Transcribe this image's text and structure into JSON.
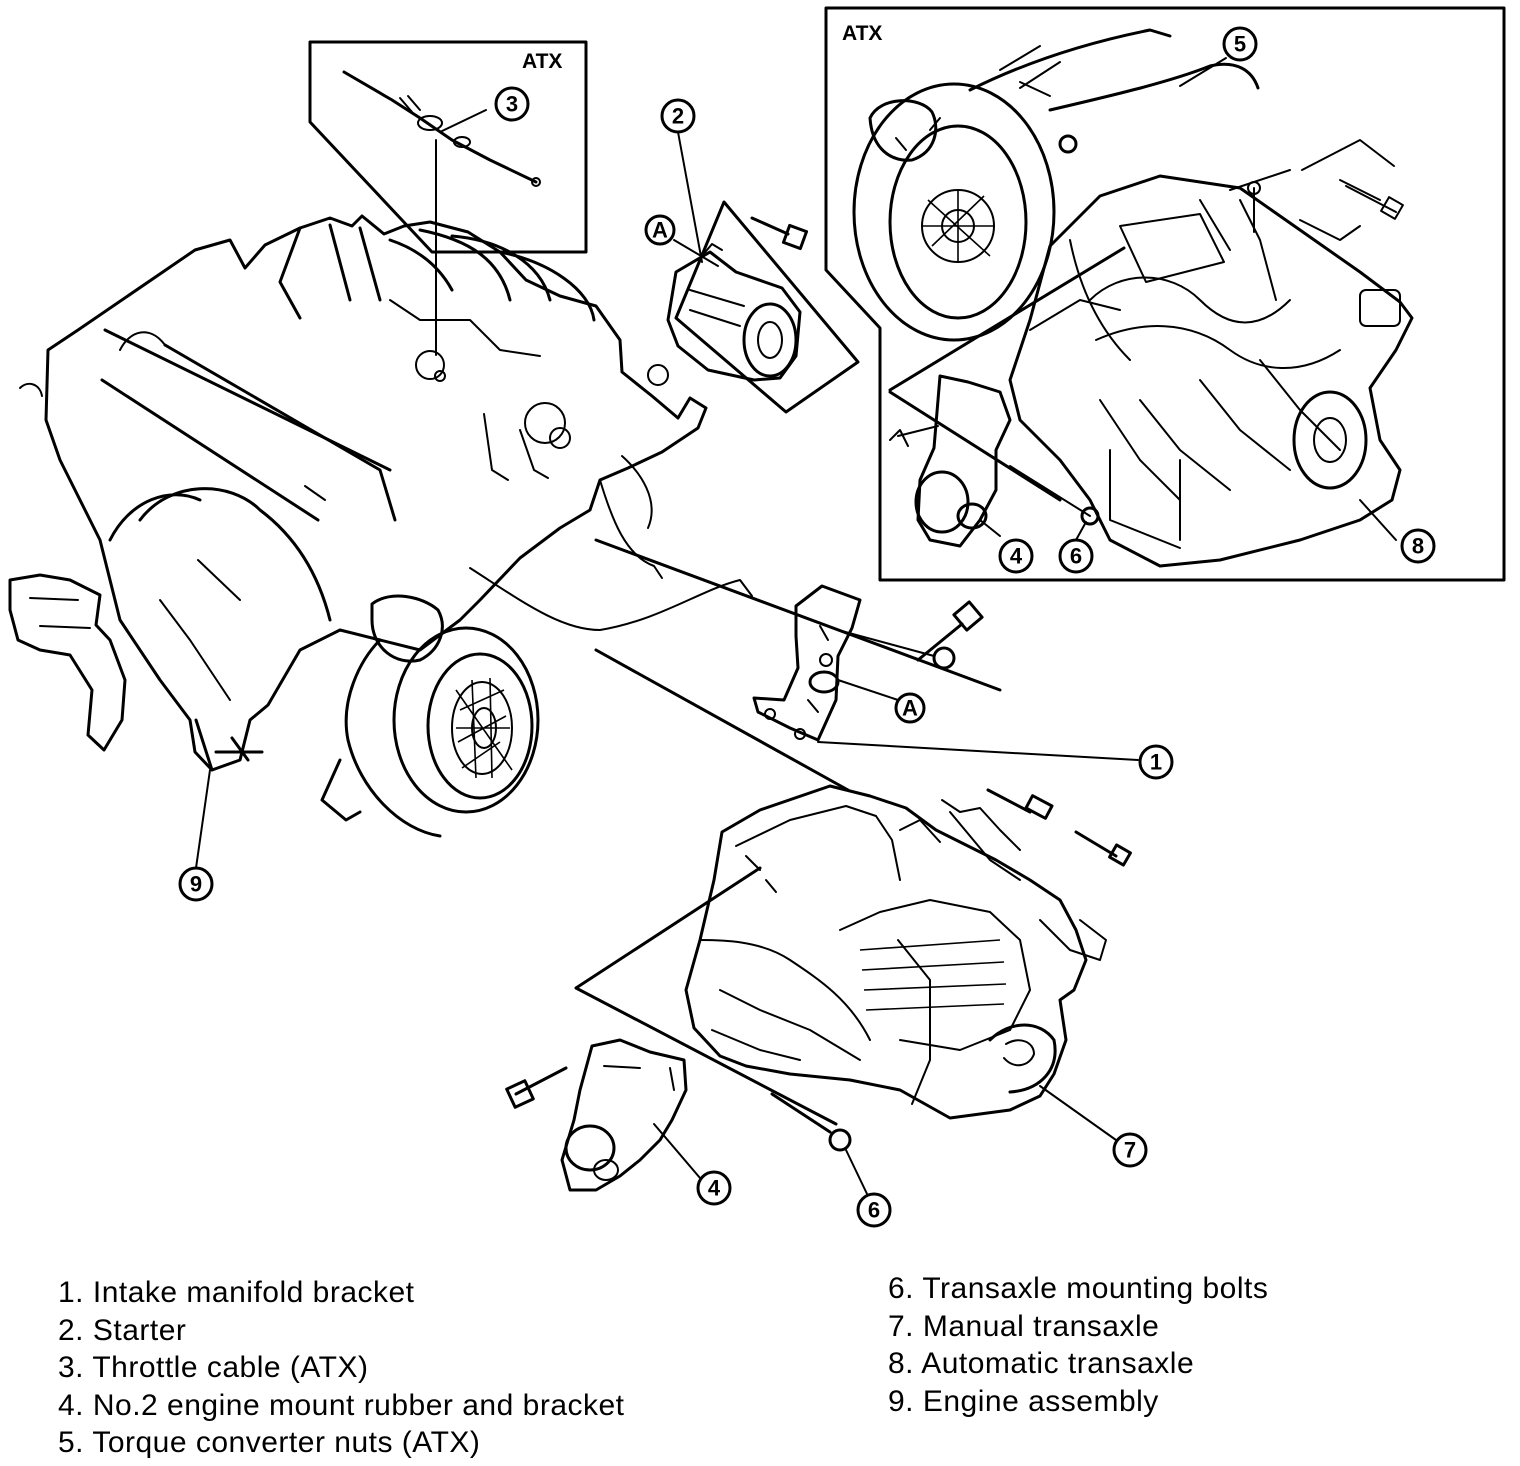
{
  "insets": {
    "throttle_box_label": "ATX",
    "atx_box_label": "ATX"
  },
  "callouts": {
    "n1": "1",
    "n2": "2",
    "n3": "3",
    "n4a": "4",
    "n4b": "4",
    "n5": "5",
    "n6a": "6",
    "n6b": "6",
    "n7": "7",
    "n8": "8",
    "n9": "9",
    "a1": "A",
    "a2": "A"
  },
  "legend": {
    "left": [
      "1. Intake manifold bracket",
      "2. Starter",
      "3. Throttle cable (ATX)",
      "4. No.2 engine mount rubber and bracket",
      "5. Torque converter nuts (ATX)"
    ],
    "right": [
      "6. Transaxle mounting bolts",
      "7. Manual transaxle",
      "8. Automatic transaxle",
      "9. Engine assembly"
    ]
  }
}
